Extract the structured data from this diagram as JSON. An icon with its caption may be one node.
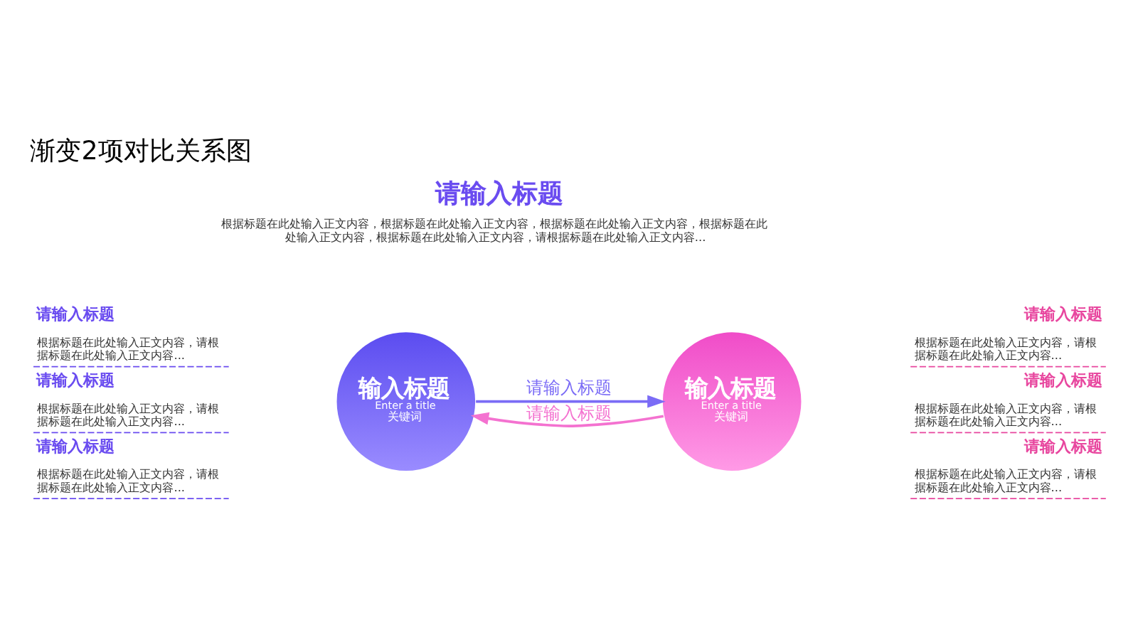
{
  "diagram": {
    "title": "渐变2项对比关系图",
    "nodes": [
      {
        "text": [
          "输入标题",
          "Enter a title",
          "关键词"
        ]
      },
      {
        "text": [
          "输入标题",
          "Enter a title",
          "关键词"
        ]
      }
    ],
    "edges": [
      {
        "from": 0,
        "to": 1,
        "arrow": "to",
        "label": "请输入标题",
        "color": "#7b6cf6"
      },
      {
        "from": 1,
        "to": 0,
        "arrow": "to",
        "label": "请输入标题",
        "color": "#f472d0"
      }
    ],
    "labels": [
      "请输入标题",
      "根据标题在此处输入正文内容，根据标题在此处输入正文内容，根据标题在此处输入正文内容，根据标题在此处输入正文内容，根据标题在此处输入正文内容，请根据标题在此处输入正文内容...",
      "请输入标题",
      "根据标题在此处输入正文内容，请根据标题在此处输入正文内容...",
      "请输入标题",
      "根据标题在此处输入正文内容，请根据标题在此处输入正文内容...",
      "请输入标题",
      "根据标题在此处输入正文内容，请根据标题在此处输入正文内容...",
      "请输入标题",
      "根据标题在此处输入正文内容，请根据标题在此处输入正文内容...",
      "请输入标题",
      "根据标题在此处输入正文内容，请根据标题在此处输入正文内容...",
      "请输入标题",
      "根据标题在此处输入正文内容，请根据标题在此处输入正文内容..."
    ]
  }
}
